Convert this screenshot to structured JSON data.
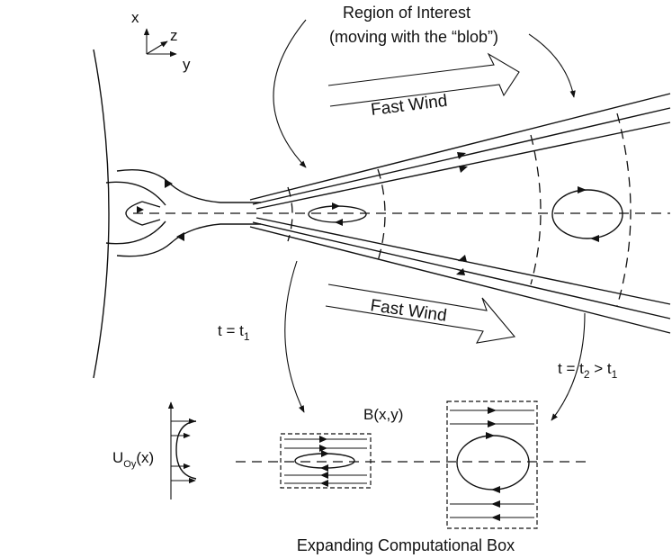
{
  "labels": {
    "axis_x": "x",
    "axis_z": "z",
    "axis_y": "y",
    "region_line1": "Region of Interest",
    "region_line2": "(moving with the “blob”)",
    "fast_wind_top": "Fast Wind",
    "fast_wind_bottom": "Fast Wind",
    "t1_prefix": "t = t",
    "t1_sub": "1",
    "t2_prefix": "t = t",
    "t2_sub": "2",
    "t2_gt": " > t",
    "t2_sub_b": "1",
    "bfield": "B(x,y)",
    "u_main": "U",
    "u_sub": "Oy",
    "u_arg": "(x)",
    "box_caption": "Expanding Computational Box"
  },
  "colors": {
    "ink": "#111111",
    "background": "#ffffff"
  }
}
